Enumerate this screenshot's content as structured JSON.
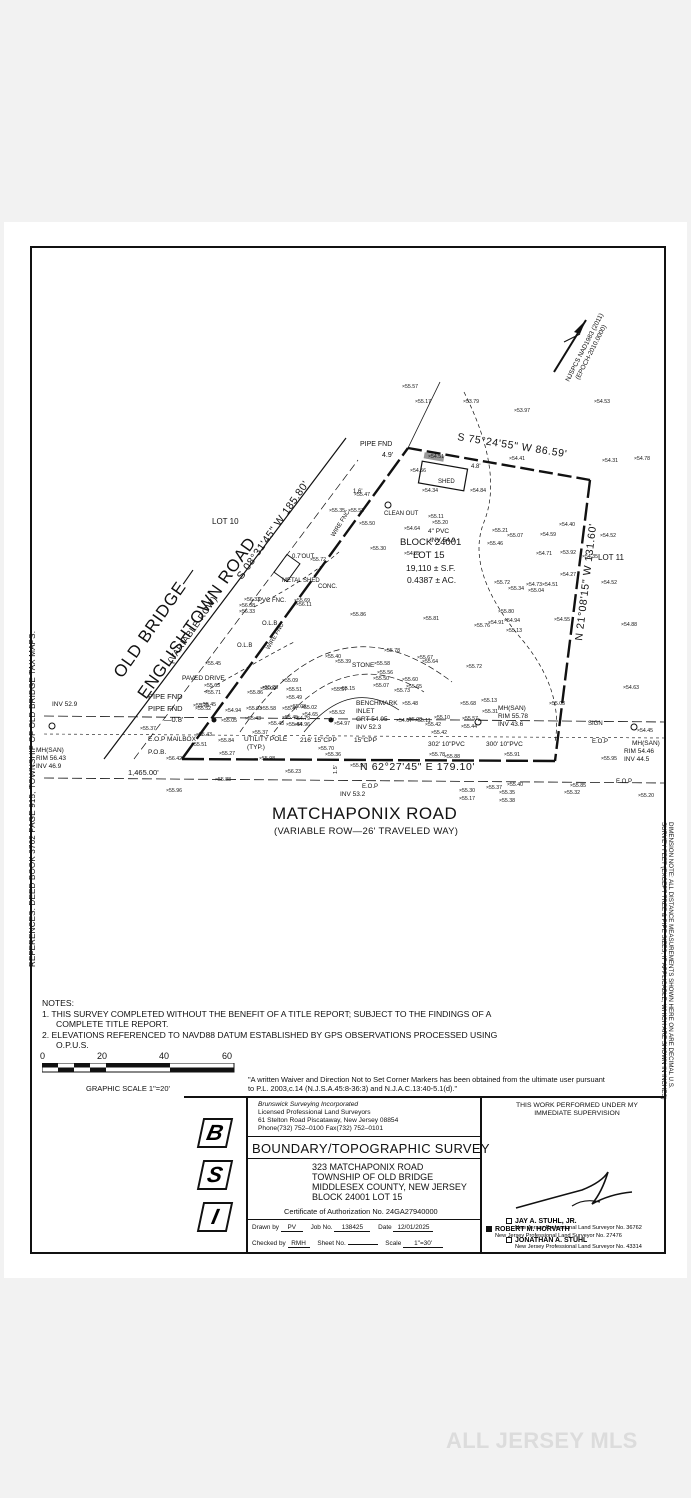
{
  "references": "REFERENCES: DEED BOOK 3762 PAGE 915; TOWNSHIP OF OLD BRIDGE TAX MAPS.",
  "dimension_note": "DIMENSION NOTE: ALL DISTANCE MEASUREMENTS SHOWN HERE ON ARE DECIMAL U.S. SURVEY FEET (EXCEPT TREE & PIPE SIZES, IF APPLICABLE, WHICH ARE SHOWN IN INCHES)",
  "north_arrow": {
    "line1": "NJSPCS NAD1983 (2011)",
    "line2": "(EPOCH-2010.0000)"
  },
  "map": {
    "bearing_top": "S 75°24'55\" W 86.59'",
    "bearing_left": "S 08°31'45\" W 185.80'",
    "bearing_right": "N 21°08'15\" W 131.60'",
    "bearing_bottom": "N 62°27'45\" E 179.10'",
    "road_left_1": "OLD BRIDGE—",
    "road_left_2": "ENGLISHTOWN ROAD",
    "road_left_3": "(VARIABLE ROW)",
    "road_bottom": "MATCHAPONIX ROAD",
    "road_bottom_sub": "(VARIABLE ROW—26' TRAVELED WAY)",
    "block": "BLOCK 24001",
    "lot": "LOT 15",
    "area_sf": "19,110 ± S.F.",
    "area_ac": "0.4387 ± AC.",
    "lot10": "LOT 10",
    "lot11": "LOT 11",
    "pipe_fnd": "PIPE FND",
    "pipe_fnd_dim": "4.9'",
    "pipe_fnd2": "PIPE FND",
    "pipe_fnd3": "PIPE FND",
    "pipe_fnd3_dim": "—0.8'",
    "shed": "SHED",
    "metal_shed": "METAL SHED",
    "conc": "CONC.",
    "cleanout": "CLEAN OUT",
    "pvc": "4\" PVC",
    "pvc_inv": "INV 54.9",
    "paved_drive": "PAVED DRIVE",
    "stone": "STONE",
    "benchmark": "BENCHMARK",
    "inlet": "INLET",
    "inlet_grt": "GRT 54.95",
    "inlet_inv": "INV 52.3",
    "utility_pole": "UTILITY POLE",
    "typ": "(TYP.)",
    "mailbox": "E.O.P MAILBOX",
    "pob": "P.O.B.",
    "dist_1465": "1,465.00'",
    "inv529": "INV 52.9",
    "mh_left": "MH(SAN)",
    "mh_left_rim": "RIM 56.43",
    "mh_left_inv": "INV 46.9",
    "mh_mid": "MH(SAN)",
    "mh_mid_rim": "RIM 55.78",
    "mh_mid_inv": "INV 43.6",
    "mh_right": "MH(SAN)",
    "mh_right_rim": "RIM 54.46",
    "mh_right_inv": "INV 44.5",
    "cpp1": "216' 15\"CPP",
    "cpp2": "15\"CPP",
    "pvc_302": "302' 10\"PVC",
    "pvc_300": "300' 10\"PVC",
    "inv532": "INV 53.2",
    "eop": "E.O.P",
    "sign": "SIGN",
    "wire_fnc": "WIRE FNC.",
    "wire_fnc2": "WIRE FNC",
    "olb": "O.L.B",
    "pvc_fnc": "PVC FNC.",
    "out": "0.7'OUT",
    "dim_16": "1.6'",
    "dim_48": "4.8'",
    "dim_15": "1.5'",
    "spots": [
      {
        "t": "55.57"
      },
      {
        "t": "55.17"
      },
      {
        "t": "53.79"
      },
      {
        "t": "53.97"
      },
      {
        "t": "54.53"
      },
      {
        "t": "54.78"
      },
      {
        "t": "54.41"
      },
      {
        "t": "54.31"
      },
      {
        "t": "54.51"
      },
      {
        "t": "54.56"
      },
      {
        "t": "54.34"
      },
      {
        "t": "54.84"
      },
      {
        "t": "55.47"
      },
      {
        "t": "55.35"
      },
      {
        "t": "55.53"
      },
      {
        "t": "55.50"
      },
      {
        "t": "55.11"
      },
      {
        "t": "55.20"
      },
      {
        "t": "54.64"
      },
      {
        "t": "55.30"
      },
      {
        "t": "54.85"
      },
      {
        "t": "55.21"
      },
      {
        "t": "55.07"
      },
      {
        "t": "55.46"
      },
      {
        "t": "54.59"
      },
      {
        "t": "54.40"
      },
      {
        "t": "54.52"
      },
      {
        "t": "54.71"
      },
      {
        "t": "53.92"
      },
      {
        "t": "54.35"
      },
      {
        "t": "54.52"
      },
      {
        "t": "55.72"
      },
      {
        "t": "55.34"
      },
      {
        "t": "54.73"
      },
      {
        "t": "55.04"
      },
      {
        "t": "54.51"
      },
      {
        "t": "54.27"
      },
      {
        "t": "55.86"
      },
      {
        "t": "55.81"
      },
      {
        "t": "55.80"
      },
      {
        "t": "55.76"
      },
      {
        "t": "54.91"
      },
      {
        "t": "54.94"
      },
      {
        "t": "55.13"
      },
      {
        "t": "54.55"
      },
      {
        "t": "54.88"
      },
      {
        "t": "55.72"
      },
      {
        "t": "54.63"
      },
      {
        "t": "55.78"
      },
      {
        "t": "55.67"
      },
      {
        "t": "55.64"
      },
      {
        "t": "55.40"
      },
      {
        "t": "55.39"
      },
      {
        "t": "55.58"
      },
      {
        "t": "55.56"
      },
      {
        "t": "55.15"
      },
      {
        "t": "55.50"
      },
      {
        "t": "55.07"
      },
      {
        "t": "55.60"
      },
      {
        "t": "55.65"
      },
      {
        "t": "55.73"
      },
      {
        "t": "55.13"
      },
      {
        "t": "55.31"
      },
      {
        "t": "55.03"
      },
      {
        "t": "54.94"
      },
      {
        "t": "55.09"
      },
      {
        "t": "55.28"
      },
      {
        "t": "55.51"
      },
      {
        "t": "55.49"
      },
      {
        "t": "55.47"
      },
      {
        "t": "55.45"
      },
      {
        "t": "55.57"
      },
      {
        "t": "55.48"
      },
      {
        "t": "55.10"
      },
      {
        "t": "55.11"
      },
      {
        "t": "54.67"
      },
      {
        "t": "55.08"
      },
      {
        "t": "55.68"
      },
      {
        "t": "55.57"
      },
      {
        "t": "55.44"
      },
      {
        "t": "55.42"
      },
      {
        "t": "55.43"
      },
      {
        "t": "55.44"
      },
      {
        "t": "55.08"
      },
      {
        "t": "54.79"
      },
      {
        "t": "54.96"
      },
      {
        "t": "54.97"
      },
      {
        "t": "55.52"
      },
      {
        "t": "55.02"
      },
      {
        "t": "55.71"
      },
      {
        "t": "55.05"
      },
      {
        "t": "55.75"
      },
      {
        "t": "55.86"
      },
      {
        "t": "55.45"
      },
      {
        "t": "55.03"
      },
      {
        "t": "55.43"
      },
      {
        "t": "55.37"
      },
      {
        "t": "55.58"
      },
      {
        "t": "55.09"
      },
      {
        "t": "55.27"
      },
      {
        "t": "55.88"
      },
      {
        "t": "56.23"
      },
      {
        "t": "56.42"
      },
      {
        "t": "55.96"
      },
      {
        "t": "55.98"
      },
      {
        "t": "55.36"
      },
      {
        "t": "55.78"
      },
      {
        "t": "55.91"
      },
      {
        "t": "55.97"
      },
      {
        "t": "55.95"
      },
      {
        "t": "55.37"
      },
      {
        "t": "55.40"
      },
      {
        "t": "55.35"
      },
      {
        "t": "55.38"
      },
      {
        "t": "55.30"
      },
      {
        "t": "55.17"
      },
      {
        "t": "55.85"
      },
      {
        "t": "55.32"
      },
      {
        "t": "55.20"
      },
      {
        "t": "54.45"
      },
      {
        "t": "55.37"
      },
      {
        "t": "55.43"
      },
      {
        "t": "55.69"
      },
      {
        "t": "56.38"
      },
      {
        "t": "56.33"
      },
      {
        "t": "56.11"
      },
      {
        "t": "55.72"
      },
      {
        "t": "55.42"
      },
      {
        "t": "56.33"
      },
      {
        "t": "55.63"
      },
      {
        "t": "55.52"
      },
      {
        "t": "55.51"
      },
      {
        "t": "55.70"
      },
      {
        "t": "55.88"
      },
      {
        "t": "55.45"
      },
      {
        "t": "55.84"
      },
      {
        "t": "54.65"
      }
    ]
  },
  "notes": {
    "heading": "NOTES:",
    "n1a": "1.  THIS SURVEY COMPLETED WITHOUT THE BENEFIT OF A TITLE REPORT; SUBJECT TO THE FINDINGS OF A",
    "n1b": "COMPLETE TITLE REPORT.",
    "n2a": "2.  ELEVATIONS REFERENCED TO NAVD88 DATUM ESTABLISHED BY GPS OBSERVATIONS PROCESSED USING",
    "n2b": "O.P.U.S."
  },
  "scale": {
    "t0": "0",
    "t20": "20",
    "t40": "40",
    "t60": "60",
    "caption": "GRAPHIC SCALE 1\"=20'"
  },
  "waiver": "\"A written Waiver and Direction Not to Set Corner Markers has been obtained from the ultimate user pursuant to P.L. 2003,c.14 (N.J.S.A.45:8-36:3) and N.J.A.C.13:40-5.1(d).\"",
  "title_block": {
    "letters": [
      "B",
      "S",
      "I"
    ],
    "company": "Brunswick Surveying Incorporated",
    "company_sub": "Licensed Professional Land Surveyors",
    "company_addr": "61 Stelton Road Piscataway, New Jersey 08854",
    "company_phone": "Phone(732) 752–0100         Fax(732) 752–0101",
    "survey_title": "BOUNDARY/TOPOGRAPHIC SURVEY",
    "addr1": "323 MATCHAPONIX ROAD",
    "addr2": "TOWNSHIP OF OLD BRIDGE",
    "addr3": "MIDDLESEX COUNTY, NEW JERSEY",
    "addr4": "BLOCK 24001   LOT 15",
    "cert": "Certificate of Authorization No. 24GA27940000",
    "drawn_by_label": "Drawn by",
    "drawn_by": "PV",
    "job_label": "Job No.",
    "job_no": "138425",
    "date_label": "Date",
    "date": "12/01/2025",
    "checked_by_label": "Checked by",
    "checked_by": "RMH",
    "sheet_label": "Sheet No.",
    "sheet_no": "",
    "scale_label": "Scale",
    "scale": "1\"=30'",
    "supervision": "THIS WORK PERFORMED UNDER MY IMMEDIATE SUPERVISION",
    "surveyors": [
      {
        "name": "ROBERT M. HORVATH",
        "lic": "New Jersey Professional Land Surveyor No. 27476",
        "checked": true
      },
      {
        "name": "JAY A. STUHL, JR.",
        "lic": "New Jersey Professional Land Surveyor No. 36762",
        "checked": false
      },
      {
        "name": "JONATHAN A. STUHL",
        "lic": "New Jersey Professional Land Surveyor No. 43314",
        "checked": false
      }
    ]
  },
  "watermark": "ALL JERSEY MLS"
}
